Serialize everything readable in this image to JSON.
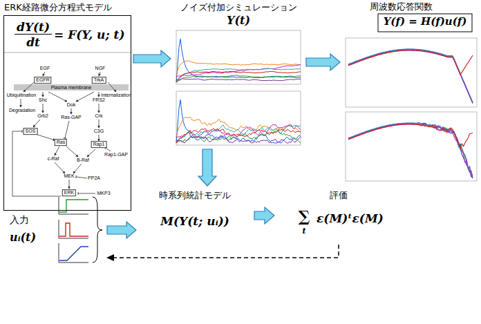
{
  "diagram": {
    "nodes": [
      {
        "text": [
          "ERK経路微分方程式モデル",
          "dY(t)",
          "dt",
          "= F(Y, u; t)"
        ]
      },
      {
        "text": [
          "ノイズ付加シミュレーション",
          "Y(t)"
        ]
      },
      {
        "text": [
          "周波数応答関数",
          "Y(f) = H(f)u(f)"
        ]
      },
      {
        "text": [
          "入力",
          "uᵢ(t)"
        ]
      },
      {
        "text": [
          "時系列統計モデル",
          "M(Y(t; uᵢ))"
        ]
      },
      {
        "text": [
          "評価",
          "∑",
          "t",
          "ε(M)ᵗε(M)"
        ]
      }
    ],
    "edges": [
      {
        "from": 0,
        "to": 1,
        "arrow": "to"
      },
      {
        "from": 1,
        "to": 2,
        "arrow": "to"
      },
      {
        "from": 1,
        "to": 4,
        "arrow": "to"
      },
      {
        "from": 3,
        "to": 4,
        "arrow": "to"
      },
      {
        "from": 4,
        "to": 5,
        "arrow": "to"
      },
      {
        "from": 5,
        "to": 3,
        "arrow": "to"
      }
    ],
    "labels": [
      "EGF",
      "NGF",
      "EGFR",
      "TrkA",
      "Plasma membrane",
      "Ubiquitination",
      "Internalization",
      "Degradation",
      "Shc",
      "Dok",
      "FRS2",
      "Grb2",
      "Ras-GAP",
      "Crk",
      "SOS",
      "C3G",
      "Ras",
      "Rap1",
      "Rap1-GAP",
      "c-Raf",
      "B-Raf",
      "MEK",
      "PP2A",
      "ERK",
      "MKP3"
    ]
  }
}
